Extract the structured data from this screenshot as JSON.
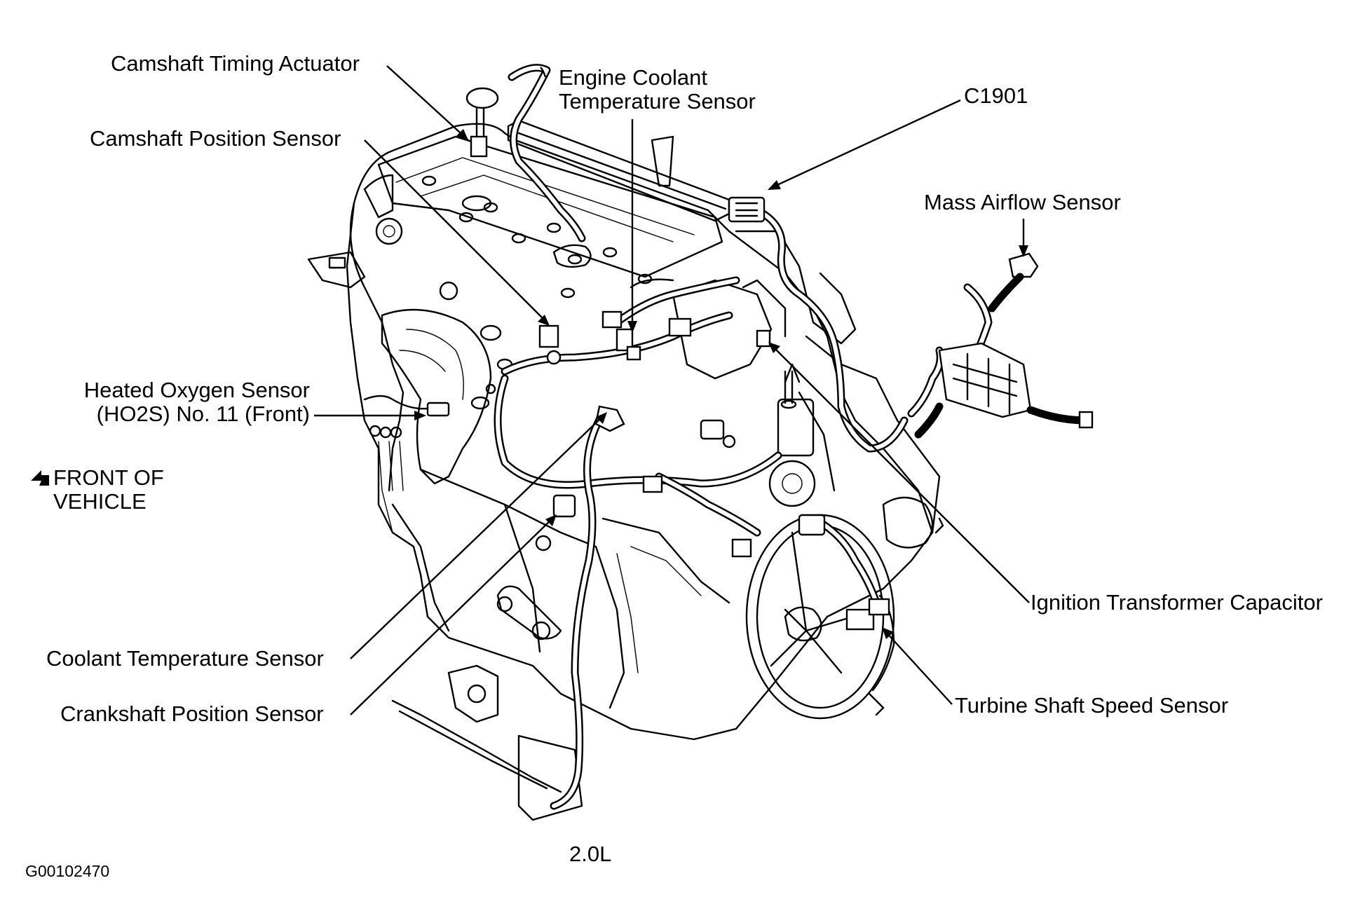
{
  "diagram": {
    "labels": {
      "camshaft_timing_actuator": "Camshaft Timing Actuator",
      "engine_coolant_temp_line1": "Engine Coolant",
      "engine_coolant_temp_line2": "Temperature Sensor",
      "c1901": "C1901",
      "camshaft_position_sensor": "Camshaft Position Sensor",
      "mass_airflow_sensor": "Mass Airflow Sensor",
      "ho2s_line1": "Heated Oxygen Sensor",
      "ho2s_line2": "(HO2S) No. 11 (Front)",
      "front_of_vehicle_line1": "FRONT OF",
      "front_of_vehicle_line2": "VEHICLE",
      "ignition_transformer_capacitor": "Ignition Transformer Capacitor",
      "coolant_temperature_sensor": "Coolant Temperature Sensor",
      "crankshaft_position_sensor": "Crankshaft Position Sensor",
      "turbine_shaft_speed_sensor": "Turbine Shaft Speed Sensor",
      "engine_size": "2.0L",
      "figure_code": "G00102470"
    },
    "icons": {
      "front_arrow": "front-arrow-icon"
    },
    "colors": {
      "line": "#000000",
      "background": "#ffffff"
    }
  }
}
